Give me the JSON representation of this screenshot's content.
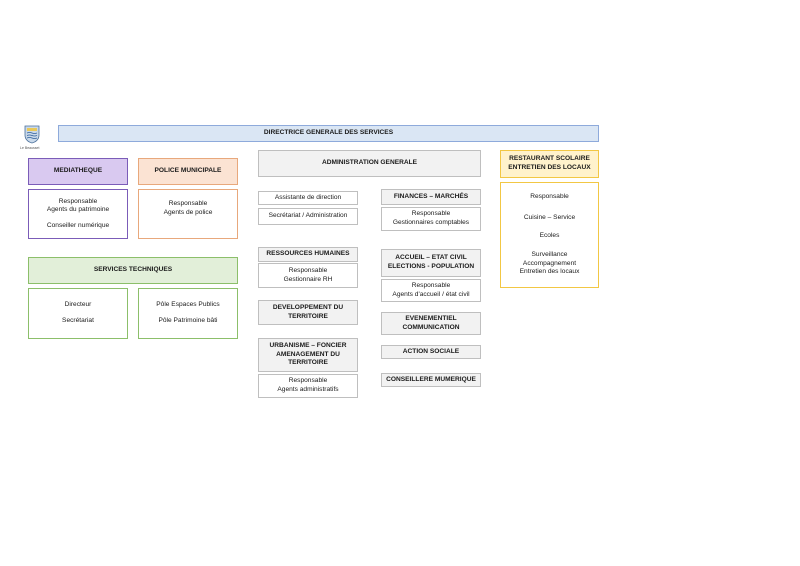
{
  "logo": {
    "caption": "Le Beausset"
  },
  "dgs": "DIRECTRICE GENERALE DES SERVICES",
  "mediatheque": {
    "title": "MEDIATHEQUE",
    "lines": [
      "Responsable",
      "Agents du patrimoine",
      "Conseiller numérique"
    ]
  },
  "police": {
    "title": "POLICE MUNICIPALE",
    "lines": [
      "Responsable",
      "Agents de police"
    ]
  },
  "services_techniques": {
    "title": "SERVICES TECHNIQUES",
    "left": [
      "Directeur",
      "Secrétariat"
    ],
    "right": [
      "Pôle Espaces Publics",
      "Pôle Patrimoine bâti"
    ]
  },
  "admin": {
    "title": "ADMINISTRATION GENERALE",
    "assistante": "Assistante de direction",
    "secretariat": "Secrétariat / Administration",
    "rh_title": "RESSOURCES HUMAINES",
    "rh_lines": [
      "Responsable",
      "Gestionnaire RH"
    ],
    "dev_title": [
      "DEVELOPPEMENT DU",
      "TERRITOIRE"
    ],
    "urba_title": [
      "URBANISME – FONCIER",
      "AMENAGEMENT DU",
      "TERRITOIRE"
    ],
    "urba_lines": [
      "Responsable",
      "Agents administratifs"
    ],
    "fin_title": "FINANCES – MARCHÉS",
    "fin_lines": [
      "Responsable",
      "Gestionnaires comptables"
    ],
    "accueil_title": [
      "ACCUEIL – ETAT CIVIL",
      "ELECTIONS - POPULATION"
    ],
    "accueil_lines": [
      "Responsable",
      "Agents d'accueil / état civil"
    ],
    "event_title": [
      "EVENEMENTIEL",
      "COMMUNICATION"
    ],
    "action_sociale": "ACTION SOCIALE",
    "conseillere": "CONSEILLERE MUMERIQUE"
  },
  "restaurant": {
    "title": [
      "RESTAURANT SCOLAIRE",
      "ENTRETIEN DES LOCAUX"
    ],
    "lines1": [
      "Responsable"
    ],
    "lines2": [
      "Cuisine – Service"
    ],
    "lines3": [
      "Ecoles"
    ],
    "lines4": [
      "Surveillance",
      "Accompagnement",
      "Entretien des locaux"
    ]
  },
  "colors": {
    "dgs_fill": "#dae6f4",
    "dgs_border": "#8eaadb",
    "media_fill": "#d9c9f0",
    "media_border": "#7b5cb8",
    "police_fill": "#fbe3d3",
    "police_border": "#e8a87c",
    "tech_fill": "#e2efd9",
    "tech_border": "#8cbf6a",
    "resto_fill": "#fff2cc",
    "resto_border": "#f2c744"
  }
}
